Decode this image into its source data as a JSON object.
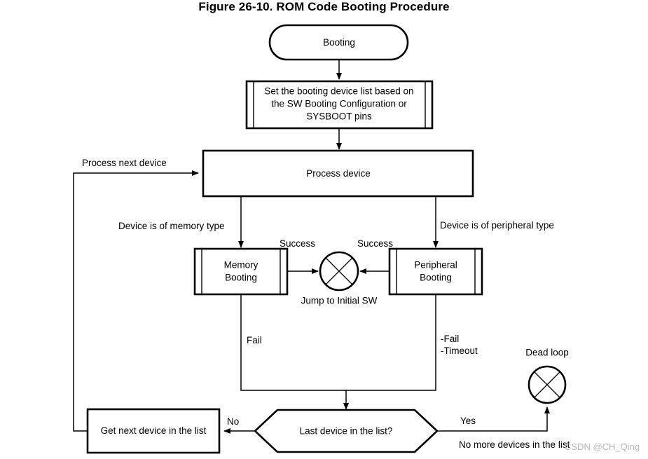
{
  "figure": {
    "title": "Figure 26-10. ROM Code Booting Procedure",
    "watermark": "CSDN @CH_Qing"
  },
  "colors": {
    "stroke": "#000000",
    "fill": "#ffffff",
    "watermark": "#b9b9b9"
  },
  "chart_data": {
    "type": "diagram",
    "title": "Figure 26-10. ROM Code Booting Procedure",
    "nodes": [
      {
        "id": "booting",
        "shape": "terminator",
        "label": "Booting"
      },
      {
        "id": "set-list",
        "shape": "predefined-process",
        "label": "Set the booting device list based on the SW Booting Configuration  or SYSBOOT pins"
      },
      {
        "id": "process-device",
        "shape": "process",
        "label": "Process device"
      },
      {
        "id": "memory-booting",
        "shape": "predefined-process",
        "label": "Memory Booting"
      },
      {
        "id": "peripheral-booting",
        "shape": "predefined-process",
        "label": "Peripheral Booting"
      },
      {
        "id": "jump-initial-sw",
        "shape": "circle-x",
        "label": "Jump to Initial SW"
      },
      {
        "id": "dead-loop",
        "shape": "circle-x",
        "label": "Dead loop"
      },
      {
        "id": "last-device",
        "shape": "hexagon",
        "label": "Last device in the list?"
      },
      {
        "id": "get-next-device",
        "shape": "process",
        "label": "Get next device in the list"
      }
    ],
    "edges": [
      {
        "from": "booting",
        "to": "set-list",
        "label": ""
      },
      {
        "from": "set-list",
        "to": "process-device",
        "label": ""
      },
      {
        "from": "process-device",
        "to": "memory-booting",
        "label": "Device is of memory type"
      },
      {
        "from": "process-device",
        "to": "peripheral-booting",
        "label": "Device is of peripheral type"
      },
      {
        "from": "memory-booting",
        "to": "jump-initial-sw",
        "label": "Success"
      },
      {
        "from": "peripheral-booting",
        "to": "jump-initial-sw",
        "label": "Success"
      },
      {
        "from": "memory-booting",
        "to": "last-device",
        "label": "Fail"
      },
      {
        "from": "peripheral-booting",
        "to": "last-device",
        "label": "-Fail -Timeout"
      },
      {
        "from": "last-device",
        "to": "get-next-device",
        "label": "No"
      },
      {
        "from": "last-device",
        "to": "dead-loop",
        "label": "Yes"
      },
      {
        "from": "get-next-device",
        "to": "process-device",
        "label": "Process next device"
      }
    ]
  },
  "nodes": {
    "booting": {
      "label": "Booting"
    },
    "set_list": {
      "line1": "Set the booting device list based on",
      "line2": "the SW Booting Configuration  or",
      "line3": "SYSBOOT pins"
    },
    "process_device": {
      "label": "Process device"
    },
    "memory_booting": {
      "line1": "Memory",
      "line2": "Booting"
    },
    "peripheral_booting": {
      "line1": "Peripheral",
      "line2": "Booting"
    },
    "jump_initial_sw": {
      "label": "Jump to Initial SW"
    },
    "dead_loop": {
      "label": "Dead loop"
    },
    "last_device": {
      "label": "Last device in the list?"
    },
    "get_next_device": {
      "label": "Get next device in the list"
    }
  },
  "labels": {
    "process_next_device": "Process next device",
    "device_memory_type": "Device is of memory type",
    "device_peripheral_type": "Device is of peripheral type",
    "success_left": "Success",
    "success_right": "Success",
    "fail": "Fail",
    "fail_timeout_line1": "-Fail",
    "fail_timeout_line2": "-Timeout",
    "no": "No",
    "yes": "Yes",
    "no_more_devices": "No more devices in the list"
  }
}
